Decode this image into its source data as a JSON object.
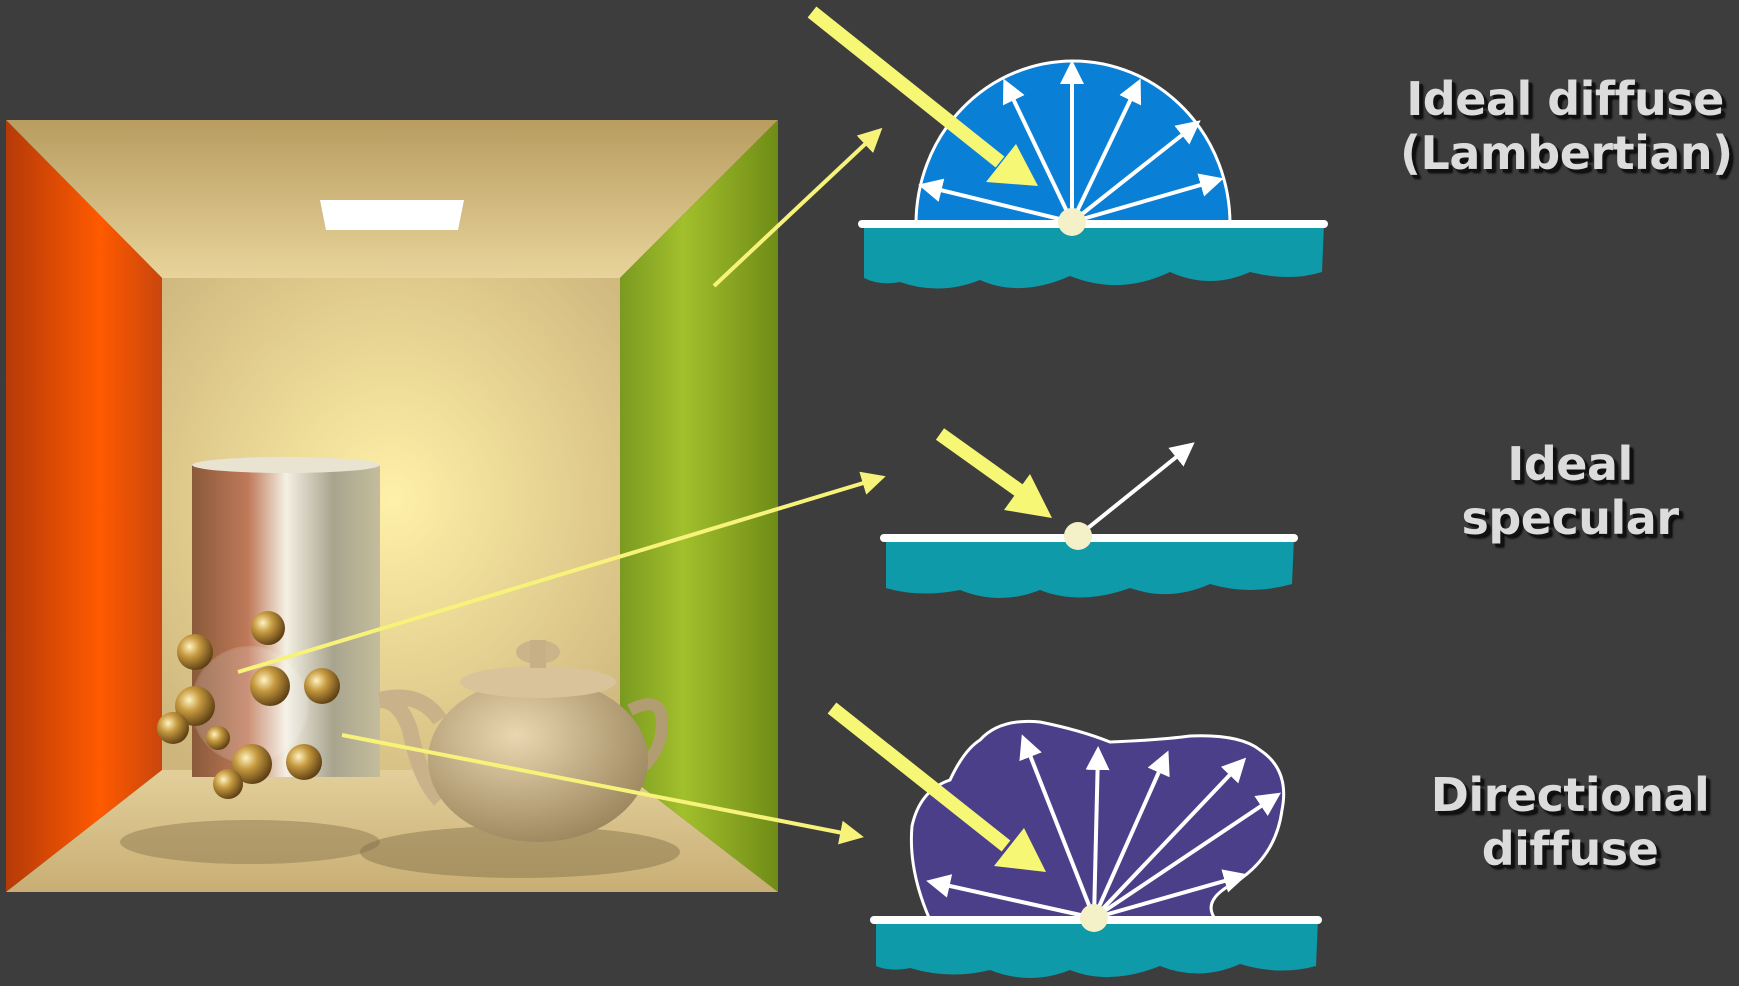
{
  "labels": {
    "diffuse": [
      "Ideal diffuse",
      "(Lambertian)"
    ],
    "specular": [
      "Ideal",
      "specular"
    ],
    "directional": [
      "Directional",
      "diffuse"
    ]
  },
  "colors": {
    "background": "#3d3d3d",
    "lambert_lobe": "#0a7fd6",
    "directional_lobe": "#4b3f8a",
    "surface": "#0e9aa8",
    "incident_arrow": "#f7f776",
    "pointer_line": "#f6f27a",
    "reflected_arrow": "#ffffff",
    "red_wall": "#d94a0a",
    "green_wall": "#8aa521",
    "back_wall": "#e9d9a0"
  },
  "scene": {
    "description_icons": [
      "cornell-box",
      "metal-cylinder",
      "glass-sphere-cluster",
      "teapot",
      "ceiling-light"
    ]
  }
}
